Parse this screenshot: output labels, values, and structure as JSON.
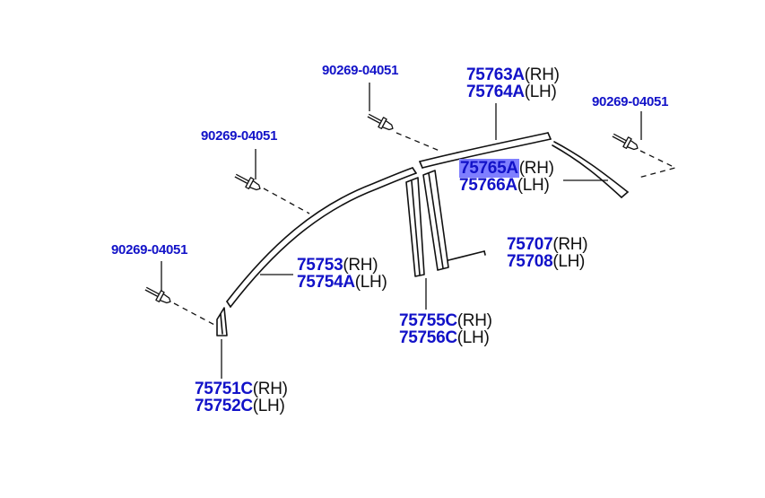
{
  "colors": {
    "label_blue": "#1212c8",
    "line_black": "#111111",
    "highlight": "#7f7fff",
    "background": "#ffffff"
  },
  "bolts": [
    {
      "id": "bolt-top",
      "part_number": "90269-04051"
    },
    {
      "id": "bolt-upper-left",
      "part_number": "90269-04051"
    },
    {
      "id": "bolt-right",
      "part_number": "90269-04051"
    },
    {
      "id": "bolt-lower-left",
      "part_number": "90269-04051"
    }
  ],
  "parts": [
    {
      "id": "roof-rear",
      "lines": [
        {
          "pn": "75763A",
          "side": "(RH)"
        },
        {
          "pn": "75764A",
          "side": "(LH)"
        }
      ]
    },
    {
      "id": "rear-quarter",
      "lines": [
        {
          "pn": "75765A",
          "side": "(RH)",
          "highlighted": true
        },
        {
          "pn": "75766A",
          "side": "(LH)"
        }
      ]
    },
    {
      "id": "center-pillar-side",
      "lines": [
        {
          "pn": "75707",
          "side": "(RH)"
        },
        {
          "pn": "75708",
          "side": "(LH)"
        }
      ]
    },
    {
      "id": "roof-front",
      "lines": [
        {
          "pn": "75753",
          "side": "(RH)"
        },
        {
          "pn": "75754A",
          "side": "(LH)"
        }
      ]
    },
    {
      "id": "center-pillar",
      "lines": [
        {
          "pn": "75755C",
          "side": "(RH)"
        },
        {
          "pn": "75756C",
          "side": "(LH)"
        }
      ]
    },
    {
      "id": "front-pillar",
      "lines": [
        {
          "pn": "75751C",
          "side": "(RH)"
        },
        {
          "pn": "75752C",
          "side": "(LH)"
        }
      ]
    }
  ]
}
